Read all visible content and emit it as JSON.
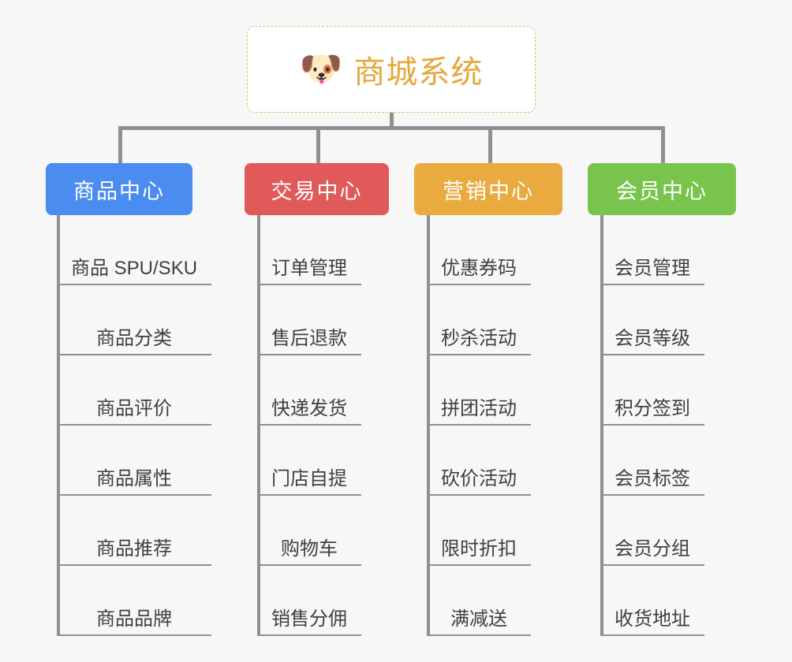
{
  "diagram": {
    "type": "org-chart",
    "background_color": "#f7f7f7",
    "connector_color": "#909090",
    "root": {
      "icon": "shiba-dog-face-emoji",
      "icon_glyph": "🐶",
      "title": "商城系统",
      "title_color": "#e5a83c",
      "border_color": "#e8b862",
      "fill_color": "#ffffff",
      "border_style": "dashed"
    },
    "branches": [
      {
        "id": "product-center",
        "label": "商品中心",
        "color": "#4a8cf0",
        "leaves": [
          "商品 SPU/SKU",
          "商品分类",
          "商品评价",
          "商品属性",
          "商品推荐",
          "商品品牌"
        ]
      },
      {
        "id": "trade-center",
        "label": "交易中心",
        "color": "#e15a5a",
        "leaves": [
          "订单管理",
          "售后退款",
          "快递发货",
          "门店自提",
          "购物车",
          "销售分佣"
        ]
      },
      {
        "id": "marketing-center",
        "label": "营销中心",
        "color": "#e9ab3f",
        "leaves": [
          "优惠券码",
          "秒杀活动",
          "拼团活动",
          "砍价活动",
          "限时折扣",
          "满减送"
        ]
      },
      {
        "id": "member-center",
        "label": "会员中心",
        "color": "#79c44d",
        "leaves": [
          "会员管理",
          "会员等级",
          "积分签到",
          "会员标签",
          "会员分组",
          "收货地址"
        ]
      }
    ]
  }
}
